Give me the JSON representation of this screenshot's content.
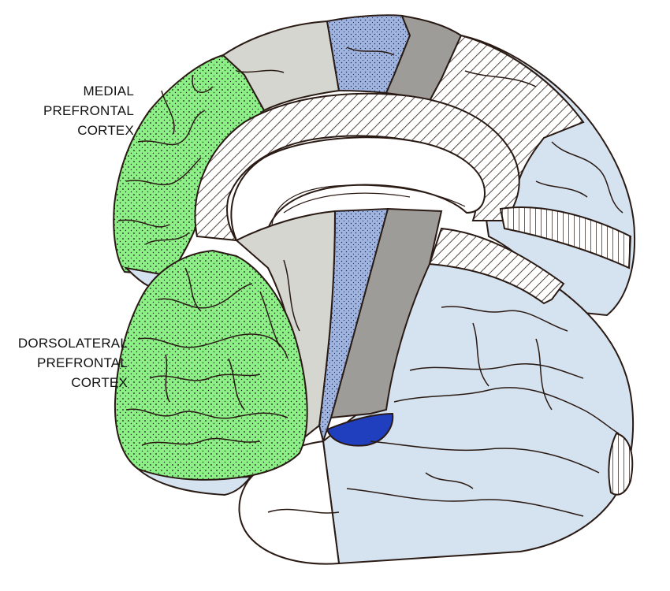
{
  "labels": {
    "medial_prefrontal": [
      "MEDIAL",
      "PREFRONTAL",
      "CORTEX"
    ],
    "dorsolateral_prefrontal": [
      "DORSOLATERAL",
      "PREFRONTAL",
      "CORTEX"
    ]
  },
  "colors": {
    "prefrontal_green": "#8CF086",
    "light_gray": "#D4D6CF",
    "stipple_blue": "#9FB4DE",
    "dark_gray": "#9E9C98",
    "light_blue": "#D5E2EF",
    "deep_blue": "#1F3FBF",
    "outline": "#2a1a14"
  }
}
